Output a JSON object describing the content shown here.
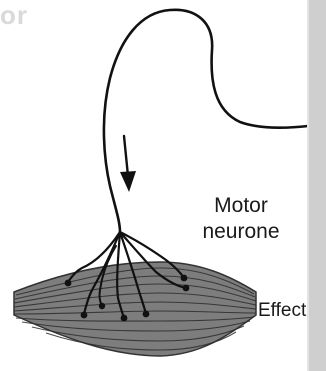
{
  "diagram": {
    "labels": {
      "motor_line1": "Motor",
      "motor_line2": "neurone",
      "effector": "Effecto"
    },
    "watermark_fragment": "or",
    "colors": {
      "nerve": "#111111",
      "muscle_fill": "#7a7a7a",
      "muscle_lines": "#2e2e2e",
      "sidebar": "#cfcfcf"
    }
  }
}
